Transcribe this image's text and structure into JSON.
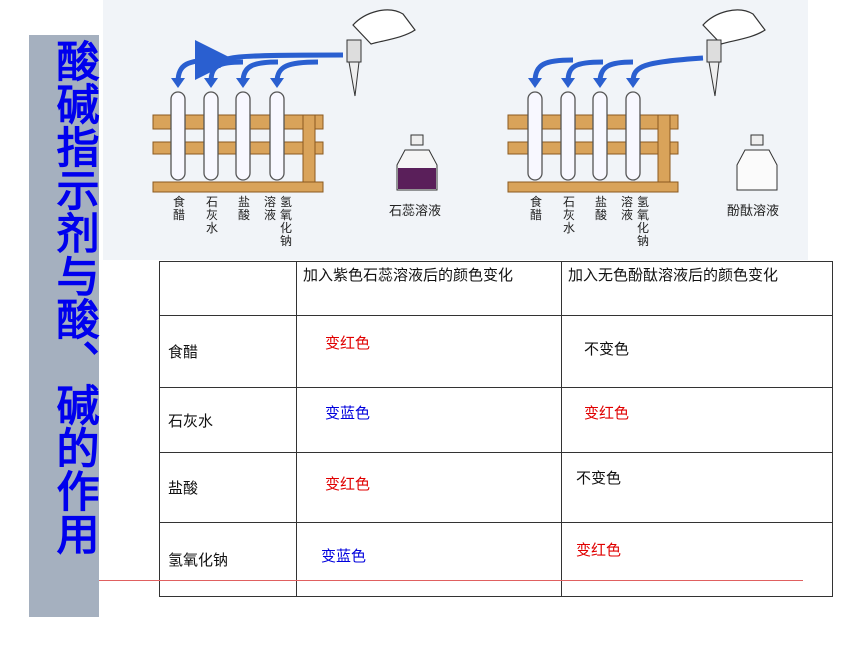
{
  "title": "酸碱指示剂与酸、碱的作用",
  "illustration": {
    "left": {
      "tubes": [
        "食醋",
        "石灰水",
        "盐酸",
        "溶液",
        "氢氧化钠"
      ],
      "bottle_label": "石蕊溶液"
    },
    "right": {
      "tubes": [
        "食醋",
        "石灰水",
        "盐酸",
        "溶液",
        "氢氧化钠"
      ],
      "bottle_label": "酚酞溶液"
    }
  },
  "table": {
    "headers": [
      "",
      "加入紫色石蕊溶液后的颜色变化",
      "加入无色酚酞溶液后的颜色变化"
    ],
    "rows": [
      {
        "label": "食醋",
        "litmus": "变红色",
        "phenol": "不变色"
      },
      {
        "label": "石灰水",
        "litmus": "变蓝色",
        "phenol": "变红色"
      },
      {
        "label": "盐酸",
        "litmus": "变红色",
        "phenol": "不变色"
      },
      {
        "label": "氢氧化钠",
        "litmus": "变蓝色",
        "phenol": "变红色"
      }
    ]
  },
  "colors": {
    "title": "#0000ee",
    "title_bar": "#a5b0bf",
    "red_text": "#e00000",
    "blue_text": "#0000dd",
    "arrow": "#2a5fd0",
    "rack": "#d9a35a",
    "litmus_liquid": "#5a1f5a"
  }
}
